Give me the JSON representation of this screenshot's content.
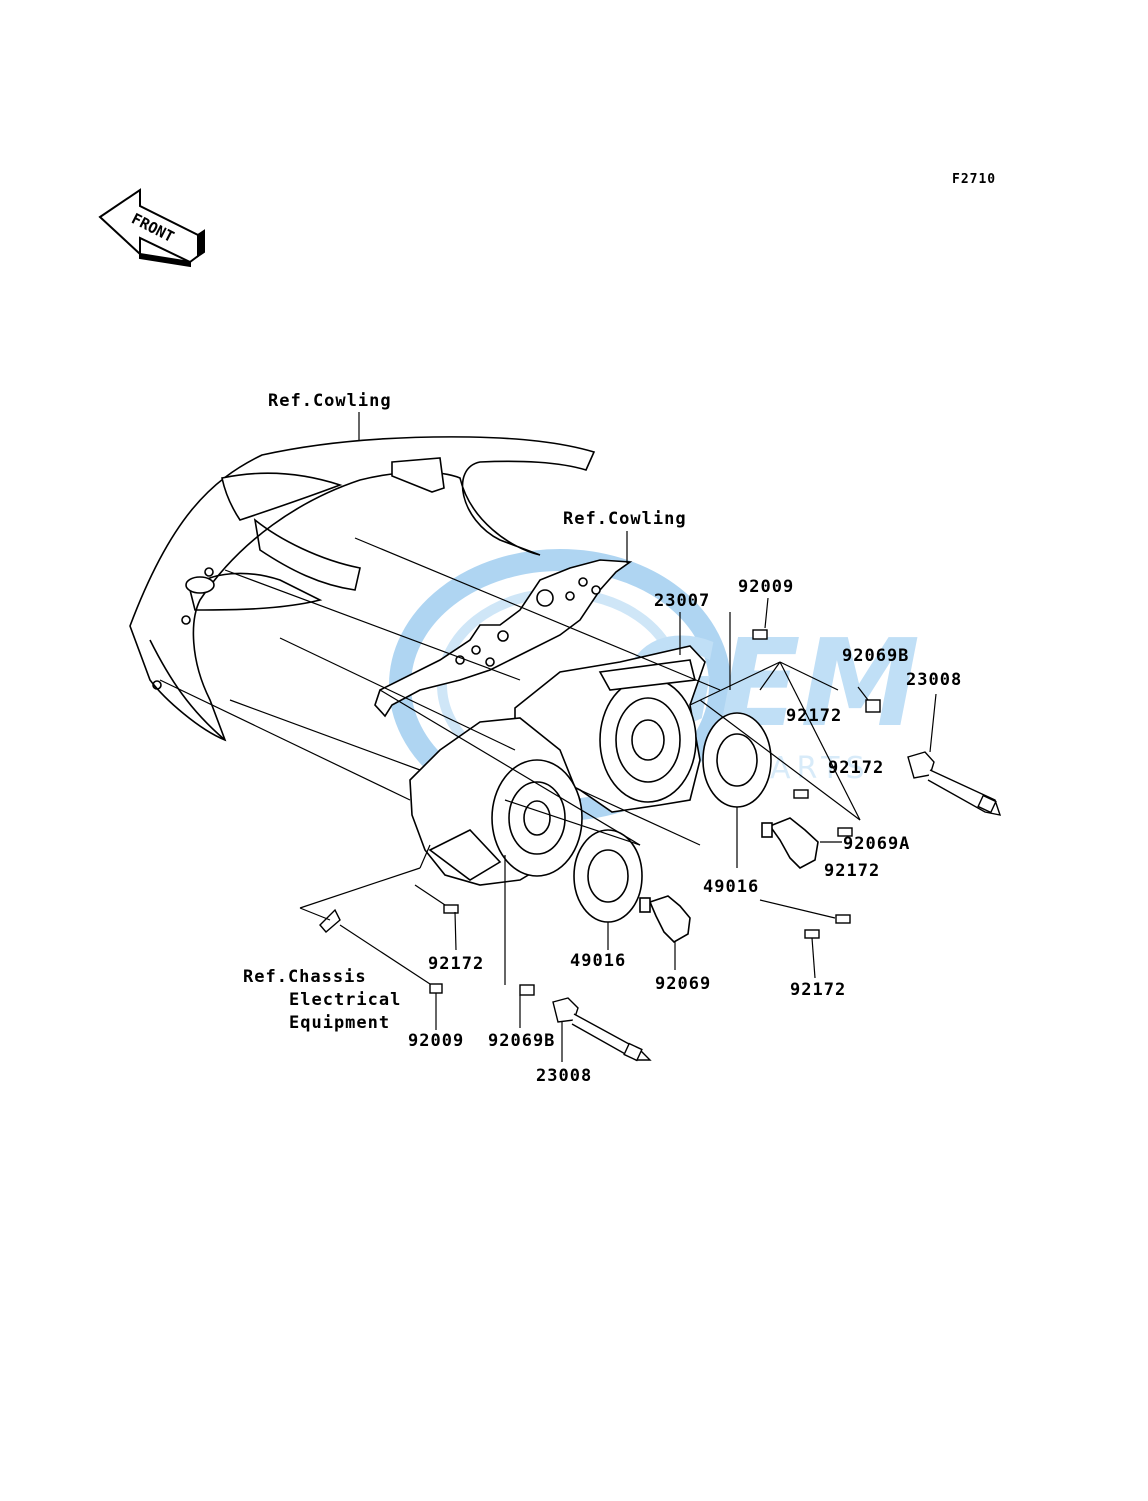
{
  "figure_code": "F2710",
  "front_arrow": {
    "text": "FRONT"
  },
  "watermark": {
    "line1": "GEM",
    "line2": "MOTOR PARTS"
  },
  "labels": {
    "ref_cowling_top": "Ref.Cowling",
    "ref_cowling_mid": "Ref.Cowling",
    "part_23007": "23007",
    "part_92009_top": "92009",
    "part_92069B_right": "92069B",
    "part_23008_right": "23008",
    "part_92172_a": "92172",
    "part_92172_b": "92172",
    "part_92069A": "92069A",
    "part_92172_c": "92172",
    "part_49016_right": "49016",
    "part_49016_left": "49016",
    "part_92069": "92069",
    "part_92172_d": "92172",
    "part_92172_e": "92172",
    "ref_chassis_line1": "Ref.Chassis",
    "ref_chassis_line2": "Electrical",
    "ref_chassis_line3": "Equipment",
    "part_92009_bottom": "92009",
    "part_92069B_bottom": "92069B",
    "part_23008_bottom": "23008"
  },
  "colors": {
    "line": "#000000",
    "watermark": "#2f8fd8"
  }
}
